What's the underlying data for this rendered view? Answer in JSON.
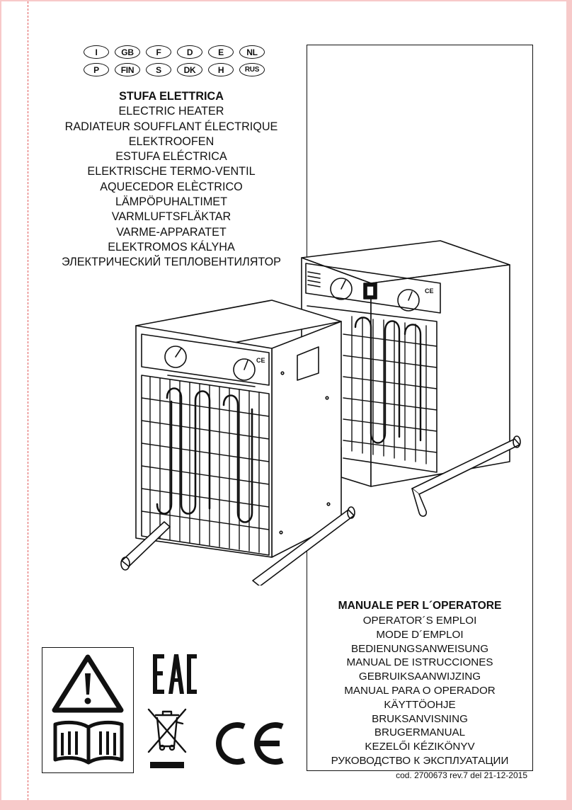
{
  "language_codes": {
    "row1": [
      "I",
      "GB",
      "F",
      "D",
      "E",
      "NL"
    ],
    "row2": [
      "P",
      "FIN",
      "S",
      "DK",
      "H",
      "RUS"
    ]
  },
  "product_titles": [
    "STUFA ELETTRICA",
    "ELECTRIC HEATER",
    "RADIATEUR SOUFFLANT ÉLECTRIQUE",
    "ELEKTROOFEN",
    "ESTUFA ELÉCTRICA",
    "ELEKTRISCHE TERMO-VENTIL",
    "AQUECEDOR ELÈCTRICO",
    "LÄMPÖPUHALTIMET",
    "VARMLUFTSFLÄKTAR",
    "VARME-APPARATET",
    "ELEKTROMOS KÁLYHA",
    "ЭЛЕКТРИЧЕСКИЙ ТЕПЛОВЕНТИЛЯТОР"
  ],
  "manual_titles": [
    "MANUALE PER L´OPERATORE",
    "OPERATOR´S EMPLOI",
    "MODE D´EMPLOI",
    "BEDIENUNGSANWEISUNG",
    "MANUAL DE ISTRUCCIONES",
    "GEBRUIKSAANWIJZING",
    "MANUAL PARA O OPERADOR",
    "KÄYTTÖOHJE",
    "BRUKSANVISNING",
    "BRUGERMANUAL",
    "KEZELŐI KÉZIKÖNYV",
    "РУКОВОДСТВО К ЭКСПЛУАТАЦИИ"
  ],
  "document_code": "cod. 2700673 rev.7 del 21-12-2015",
  "icons": {
    "warning": "warning-triangle-icon",
    "manual": "open-book-icon",
    "eac": "eac-mark",
    "weee": "crossed-bin-icon",
    "ce": "ce-mark"
  },
  "colors": {
    "background": "#f7c9c9",
    "cut_line": "#e05a5a",
    "ink": "#111111"
  }
}
